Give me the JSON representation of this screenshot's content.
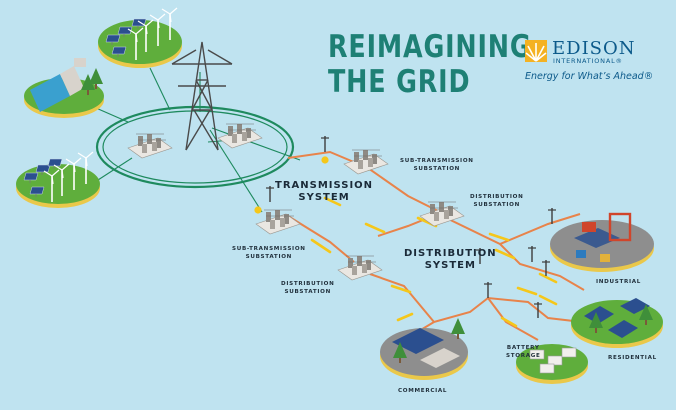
{
  "title": {
    "line1": "REIMAGINING",
    "line2": "THE GRID"
  },
  "brand": {
    "name": "EDISON",
    "sub": "INTERNATIONAL®",
    "tagline": "Energy for What’s Ahead®"
  },
  "labels": {
    "transmission_system": {
      "line1": "TRANSMISSION",
      "line2": "SYSTEM"
    },
    "distribution_system": {
      "line1": "DISTRIBUTION",
      "line2": "SYSTEM"
    },
    "sub_transmission_top": {
      "line1": "SUB-TRANSMISSION",
      "line2": "SUBSTATION"
    },
    "distribution_top": {
      "line1": "DISTRIBUTION",
      "line2": "SUBSTATION"
    },
    "sub_transmission_left": {
      "line1": "SUB-TRANSMISSION",
      "line2": "SUBSTATION"
    },
    "distribution_left": {
      "line1": "DISTRIBUTION",
      "line2": "SUBSTATION"
    },
    "industrial": "INDUSTRIAL",
    "residential": "RESIDENTIAL",
    "commercial": "COMMERCIAL",
    "battery_storage": {
      "line1": "BATTERY",
      "line2": "STORAGE"
    }
  },
  "colors": {
    "background": "#bfe3f0",
    "transmission_ring": "#1e8a5e",
    "distribution_line": "#e8834a",
    "power_flow": "#f5c71a",
    "grass": "#5fae3c",
    "title": "#1e8075",
    "brand": "#0c5a8a"
  }
}
